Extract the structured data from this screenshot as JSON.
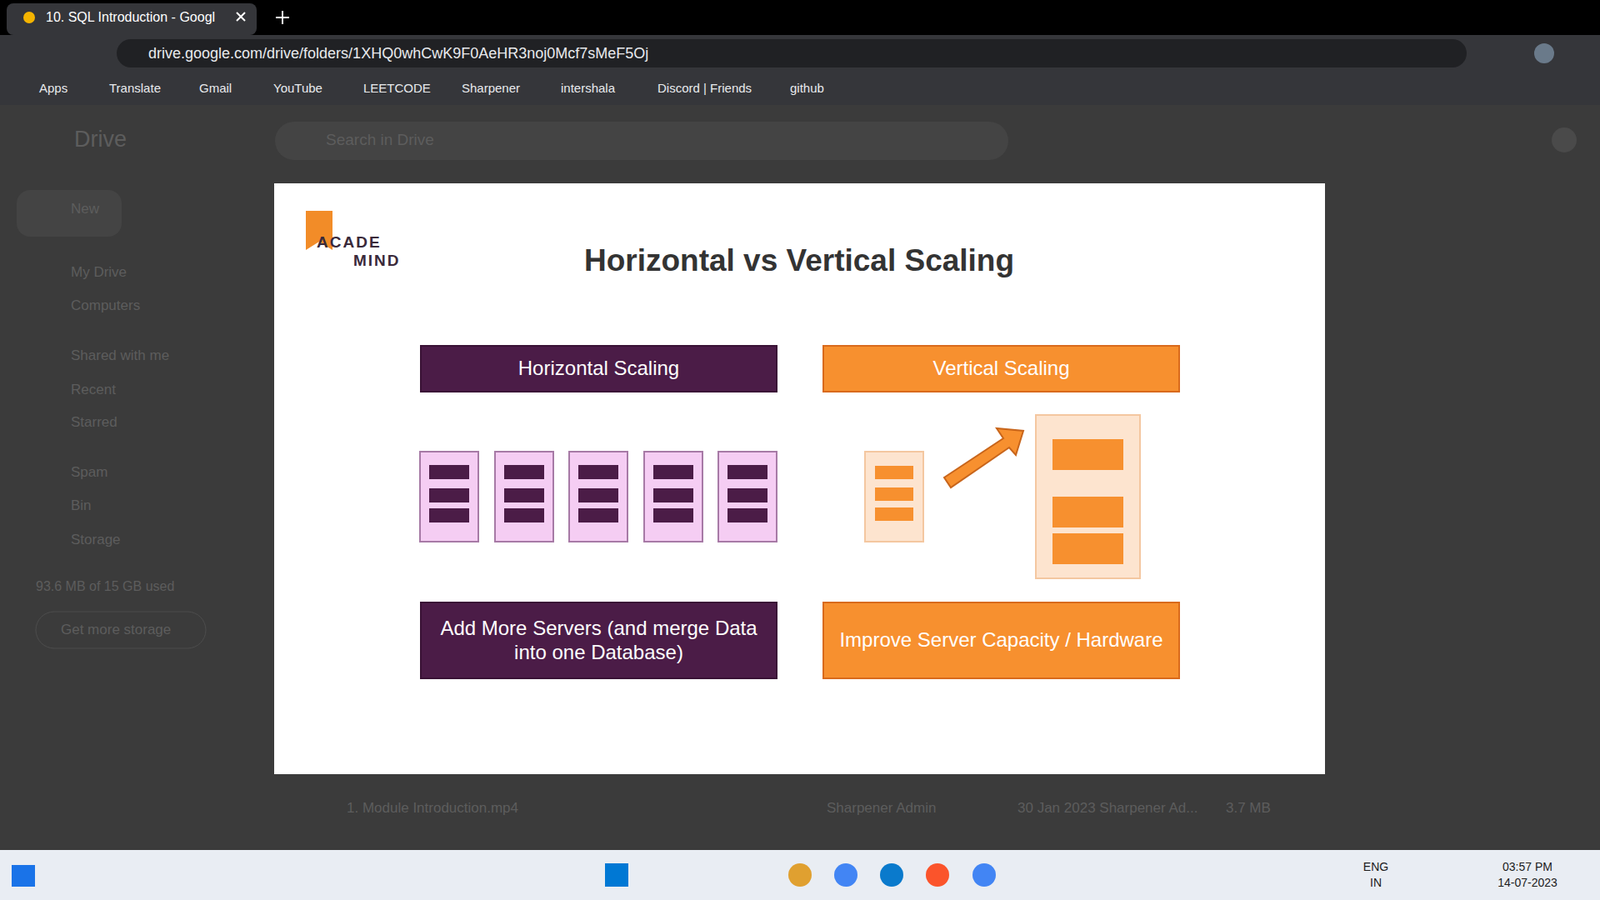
{
  "diagram": {
    "title": "Horizontal vs Vertical Scaling",
    "nodes": [
      {
        "text": [
          "Horizontal Scaling"
        ]
      },
      {
        "text": [
          "Vertical Scaling"
        ]
      },
      {
        "text": [
          "Add More Servers (and merge Data into one Database)"
        ]
      },
      {
        "text": [
          "Improve Server Capacity / Hardware"
        ]
      }
    ],
    "labels": [
      "10. SQL Introduction - Googl",
      "drive.google.com/drive/folders/1XHQ0whCwK9F0AeHR3noj0Mcf7sMeF5Oj",
      "Apps",
      "Translate",
      "Gmail",
      "YouTube",
      "LEETCODE",
      "Sharpener",
      "intershala",
      "Discord | Friends",
      "github",
      "Drive",
      "Search in Drive",
      "New",
      "My Drive",
      "Computers",
      "Shared with me",
      "Recent",
      "Starred",
      "Spam",
      "Bin",
      "Storage",
      "93.6 MB of 15 GB used",
      "Get more storage",
      "1. Module Introduction.mp4",
      "Sharpener Admin",
      "30 Jan 2023 Sharpener Ad...",
      "3.7 MB",
      "ACADE",
      "MIND",
      "ENG",
      "IN",
      "03:57 PM",
      "14-07-2023"
    ]
  }
}
